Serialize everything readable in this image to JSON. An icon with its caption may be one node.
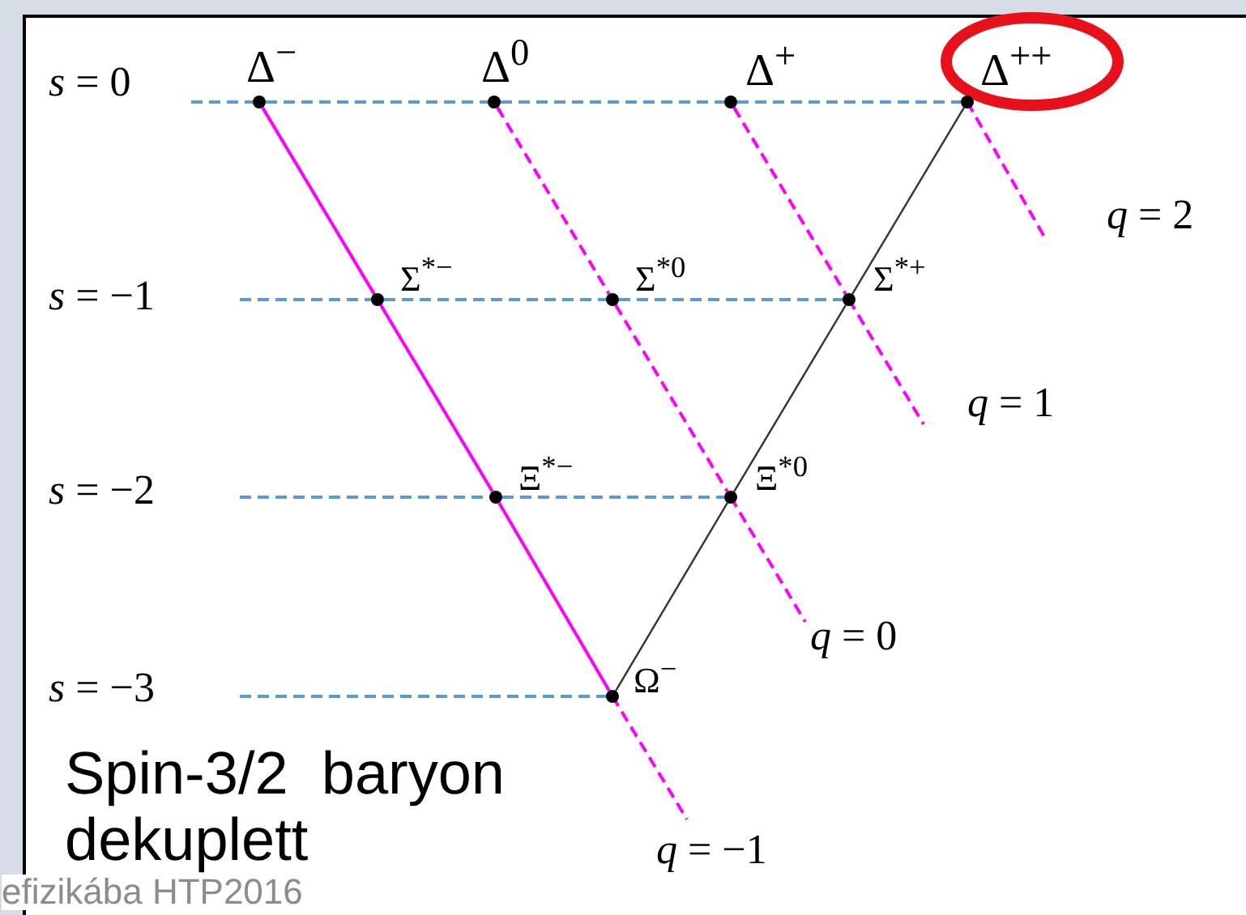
{
  "diagram": {
    "title": "Spin-3/2  baryon dekuplett",
    "nodes": [
      {
        "text": [],
        "shape": "circle",
        "beside": [
          "Δ$^{−}$"
        ]
      },
      {
        "text": [],
        "shape": "circle",
        "beside": [
          "Δ$^{0}$"
        ]
      },
      {
        "text": [],
        "shape": "circle",
        "beside": [
          "Δ$^{+}$"
        ]
      },
      {
        "text": [],
        "shape": "circle",
        "beside": [
          "Δ$^{++}$"
        ]
      },
      {
        "text": [],
        "shape": "circle",
        "beside": [
          "Σ$^{*−}$"
        ]
      },
      {
        "text": [],
        "shape": "circle",
        "beside": [
          "Σ$^{*0}$"
        ]
      },
      {
        "text": [],
        "shape": "circle",
        "beside": [
          "Σ$^{*+}$"
        ]
      },
      {
        "text": [],
        "shape": "circle",
        "beside": [
          "Ξ$^{*−}$"
        ]
      },
      {
        "text": [],
        "shape": "circle",
        "beside": [
          "Ξ$^{*0}$"
        ]
      },
      {
        "text": [],
        "shape": "circle",
        "beside": [
          "Ω$^{−}$"
        ]
      }
    ],
    "edges": [
      {
        "from": 0,
        "to": 1,
        "arrow": "none",
        "style": "dashed",
        "color": "#5b9bd5"
      },
      {
        "from": 1,
        "to": 2,
        "arrow": "none",
        "style": "dashed",
        "color": "#5b9bd5"
      },
      {
        "from": 2,
        "to": 3,
        "arrow": "none",
        "style": "dashed",
        "color": "#5b9bd5"
      },
      {
        "from": 4,
        "to": 5,
        "arrow": "none",
        "style": "dashed",
        "color": "#5b9bd5"
      },
      {
        "from": 5,
        "to": 6,
        "arrow": "none",
        "style": "dashed",
        "color": "#5b9bd5"
      },
      {
        "from": 7,
        "to": 8,
        "arrow": "none",
        "style": "dashed",
        "color": "#5b9bd5"
      },
      {
        "from": 0,
        "to": 4,
        "arrow": "none",
        "color": "#ff00ff"
      },
      {
        "from": 4,
        "to": 7,
        "arrow": "none",
        "color": "#ff00ff"
      },
      {
        "from": 7,
        "to": 9,
        "arrow": "none",
        "color": "#ff00ff"
      },
      {
        "from": 1,
        "to": 5,
        "arrow": "none",
        "style": "dashed",
        "color": "#ff00ff"
      },
      {
        "from": 5,
        "to": 8,
        "arrow": "none",
        "style": "dashed",
        "color": "#ff00ff"
      },
      {
        "from": 2,
        "to": 6,
        "arrow": "none",
        "style": "dashed",
        "color": "#ff00ff"
      },
      {
        "from": 9,
        "to": 8,
        "arrow": "none",
        "color": "#333333"
      },
      {
        "from": 8,
        "to": 6,
        "arrow": "none",
        "color": "#333333"
      },
      {
        "from": 6,
        "to": 3,
        "arrow": "none",
        "color": "#333333"
      }
    ],
    "labels": [
      "*s* = 0",
      "*s* = −1",
      "*q* = 2",
      "*q* = 1",
      "*s* = −2",
      "*q* = 0",
      "*s* = −3",
      "*q* = −1",
      "efizikába HTP2016"
    ]
  }
}
